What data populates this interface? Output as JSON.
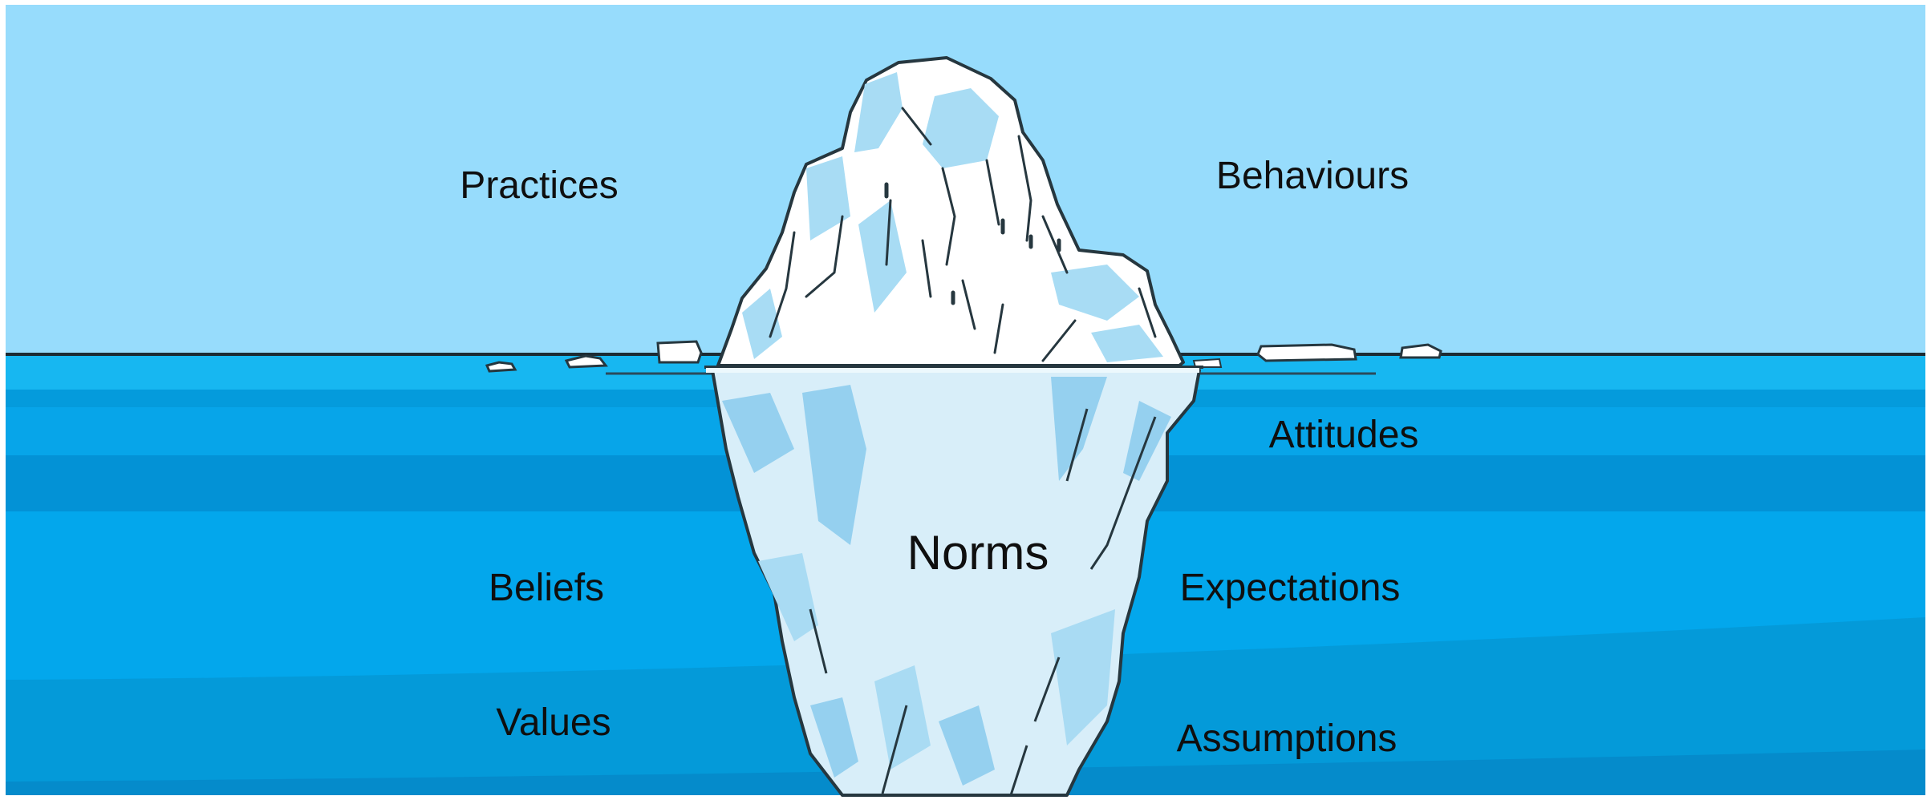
{
  "colors": {
    "sky": "#97dcfc",
    "water_top": "#14b2ee",
    "water_mid": "#07a1e4",
    "water_deep": "#038fd3",
    "ice_above": "#ffffff",
    "ice_shadow": "#a8dcf4",
    "ice_below": "#d8eef9",
    "ice_below_shadow": "#95d0ef",
    "outline": "#26373f"
  },
  "labels": {
    "practices": "Practices",
    "behaviours": "Behaviours",
    "attitudes": "Attitudes",
    "norms": "Norms",
    "beliefs": "Beliefs",
    "expectations": "Expectations",
    "values": "Values",
    "assumptions": "Assumptions"
  }
}
